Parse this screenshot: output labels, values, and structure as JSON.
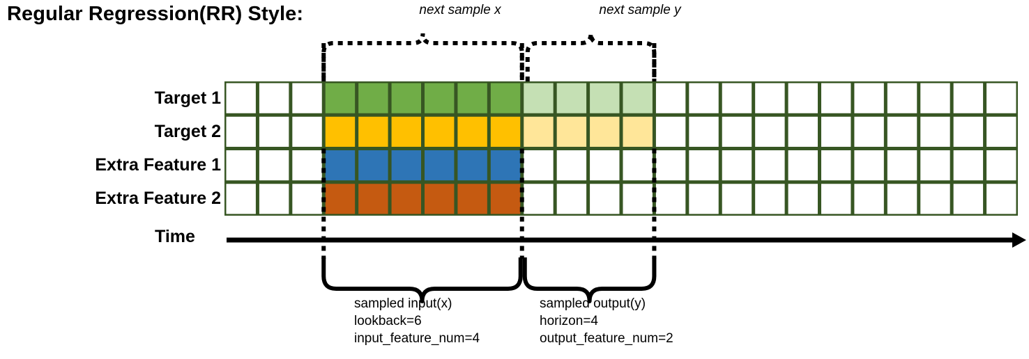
{
  "title": "Regular Regression(RR) Style:",
  "colors": {
    "grid_border": "#375623",
    "target1": "#70AD47",
    "target1_light": "#C5E0B4",
    "target2": "#FFC000",
    "target2_light": "#FFE699",
    "extra1": "#2E75B6",
    "extra2": "#C55A11",
    "empty": "#FFFFFF",
    "line": "#000000"
  },
  "top_braces": [
    {
      "label": "next sample x"
    },
    {
      "label": "next sample y"
    }
  ],
  "rows": [
    {
      "label": "Target 1",
      "cells": [
        "empty",
        "empty",
        "empty",
        "target1",
        "target1",
        "target1",
        "target1",
        "target1",
        "target1",
        "target1_light",
        "target1_light",
        "target1_light",
        "target1_light",
        "empty",
        "empty",
        "empty",
        "empty",
        "empty",
        "empty",
        "empty",
        "empty",
        "empty",
        "empty",
        "empty"
      ]
    },
    {
      "label": "Target 2",
      "cells": [
        "empty",
        "empty",
        "empty",
        "target2",
        "target2",
        "target2",
        "target2",
        "target2",
        "target2",
        "target2_light",
        "target2_light",
        "target2_light",
        "target2_light",
        "empty",
        "empty",
        "empty",
        "empty",
        "empty",
        "empty",
        "empty",
        "empty",
        "empty",
        "empty",
        "empty"
      ]
    },
    {
      "label": "Extra Feature 1",
      "cells": [
        "empty",
        "empty",
        "empty",
        "extra1",
        "extra1",
        "extra1",
        "extra1",
        "extra1",
        "extra1",
        "empty",
        "empty",
        "empty",
        "empty",
        "empty",
        "empty",
        "empty",
        "empty",
        "empty",
        "empty",
        "empty",
        "empty",
        "empty",
        "empty",
        "empty"
      ]
    },
    {
      "label": "Extra Feature 2",
      "cells": [
        "empty",
        "empty",
        "empty",
        "extra2",
        "extra2",
        "extra2",
        "extra2",
        "extra2",
        "extra2",
        "empty",
        "empty",
        "empty",
        "empty",
        "empty",
        "empty",
        "empty",
        "empty",
        "empty",
        "empty",
        "empty",
        "empty",
        "empty",
        "empty",
        "empty"
      ]
    }
  ],
  "axis": {
    "label": "Time"
  },
  "bottom_braces": [
    {
      "lines": [
        "sampled input(x)",
        "lookback=6",
        "input_feature_num=4"
      ]
    },
    {
      "lines": [
        "sampled output(y)",
        "horizon=4",
        "output_feature_num=2"
      ]
    }
  ],
  "grid": {
    "columns": 24,
    "rows": 4
  }
}
